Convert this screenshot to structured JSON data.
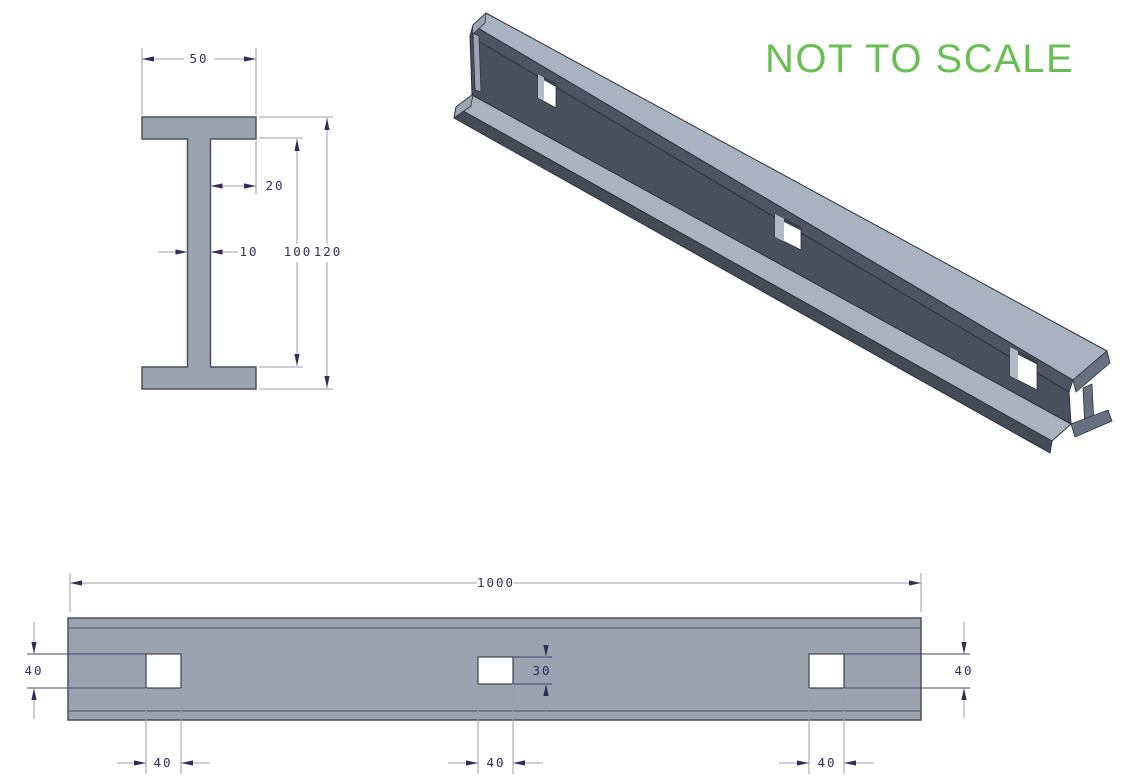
{
  "note": {
    "text": "NOT TO SCALE"
  },
  "colors": {
    "note_green": "#6abf52",
    "part_fill": "#9aa3b0",
    "part_outline": "#4b525d",
    "dim_line": "#9a9fae",
    "dim_accent": "#47416e",
    "dim_text": "#332d5b",
    "iso_top_face": "#a8b2c0",
    "iso_flange_front": "#4d5562",
    "iso_web_face": "#49515e",
    "iso_bottom_top_face": "#a9b2bf",
    "iso_bottom_front": "#434b57",
    "iso_end_face": "#667081",
    "iso_end_light": "#9aa5b3",
    "hole_fill": "#ffffff",
    "hole_bevel_light": "#b0bac6",
    "hole_bevel_dark": "#39404a"
  },
  "cross_section_view": {
    "dims": {
      "flange_width": "50",
      "flange_lip": "20",
      "web_thickness": "10",
      "web_height": "100",
      "overall_height": "120"
    }
  },
  "side_view": {
    "dims": {
      "overall_length": "1000",
      "left_hole_height": "40",
      "middle_hole_height": "30",
      "right_hole_height": "40",
      "left_hole_width": "40",
      "middle_hole_width": "40",
      "right_hole_width": "40"
    }
  }
}
